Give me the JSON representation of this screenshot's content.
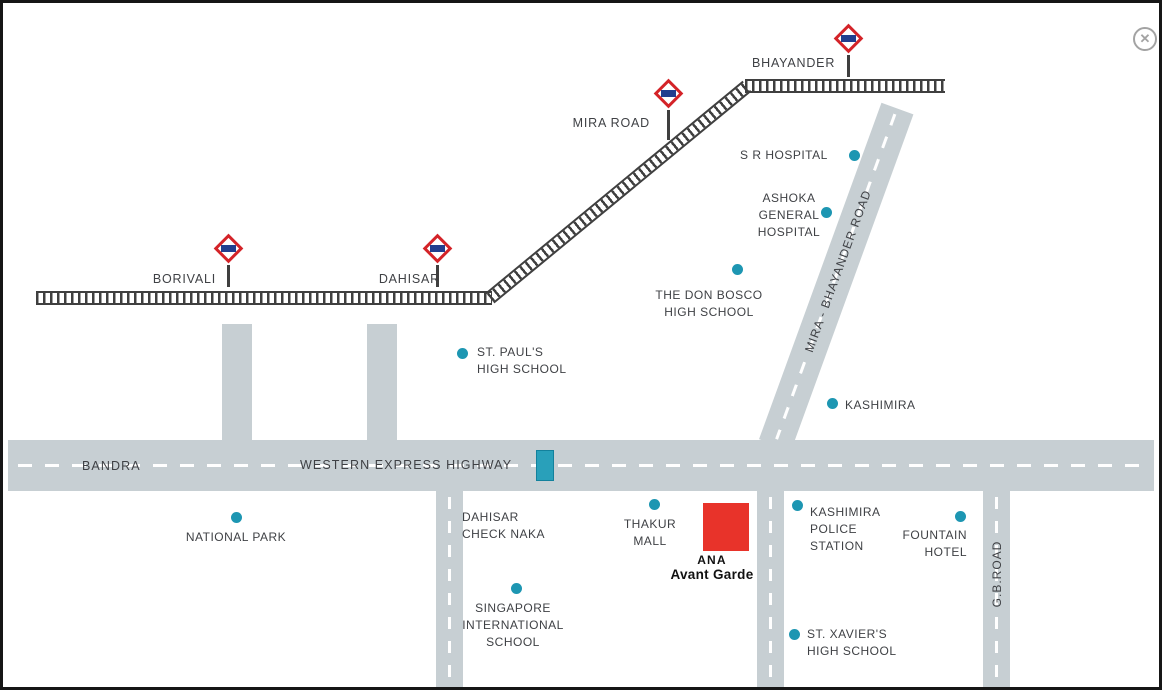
{
  "window": {
    "close_label": "✕"
  },
  "railway": {
    "stations": [
      {
        "id": "borivali",
        "label": "BORIVALI"
      },
      {
        "id": "dahisar",
        "label": "DAHISAR"
      },
      {
        "id": "mira-road",
        "label": "MIRA ROAD"
      },
      {
        "id": "bhayander",
        "label": "BHAYANDER"
      }
    ]
  },
  "roads": {
    "bandra_label": "BANDRA",
    "highway_label": "WESTERN EXPRESS HIGHWAY",
    "mira_bhayander_label": "MIRA - BHAYANDER ROAD",
    "gb_road_label": "G.B.ROAD"
  },
  "landmarks": [
    {
      "id": "s-r-hospital",
      "label": "S R HOSPITAL"
    },
    {
      "id": "ashoka-general-hospital",
      "label": "ASHOKA\nGENERAL\nHOSPITAL"
    },
    {
      "id": "don-bosco-high-school",
      "label": "THE DON BOSCO\nHIGH SCHOOL"
    },
    {
      "id": "st-pauls-high-school",
      "label": "ST. PAUL'S\nHIGH SCHOOL"
    },
    {
      "id": "kashimira",
      "label": "KASHIMIRA"
    },
    {
      "id": "national-park",
      "label": "NATIONAL PARK"
    },
    {
      "id": "dahisar-check-naka",
      "label": "DAHISAR\nCHECK NAKA"
    },
    {
      "id": "thakur-mall",
      "label": "THAKUR\nMALL"
    },
    {
      "id": "kashimira-police-station",
      "label": "KASHIMIRA\nPOLICE\nSTATION"
    },
    {
      "id": "fountain-hotel",
      "label": "FOUNTAIN\nHOTEL"
    },
    {
      "id": "singapore-international-school",
      "label": "SINGAPORE\nINTERNATIONAL\nSCHOOL"
    },
    {
      "id": "st-xaviers-high-school",
      "label": "ST. XAVIER'S\nHIGH SCHOOL"
    }
  ],
  "project": {
    "name": "ANA",
    "tagline": "Avant Garde"
  },
  "colors": {
    "road_gray": "#c7cfd3",
    "landmark_dot_teal": "#1d96b2",
    "project_marker_red": "#e8332a",
    "station_sign_red": "#d42328",
    "station_sign_blue": "#223e8f",
    "toll_marker_teal": "#29a0ba",
    "railway_dark": "#3f3f3f",
    "text_dark": "#3f4145"
  }
}
